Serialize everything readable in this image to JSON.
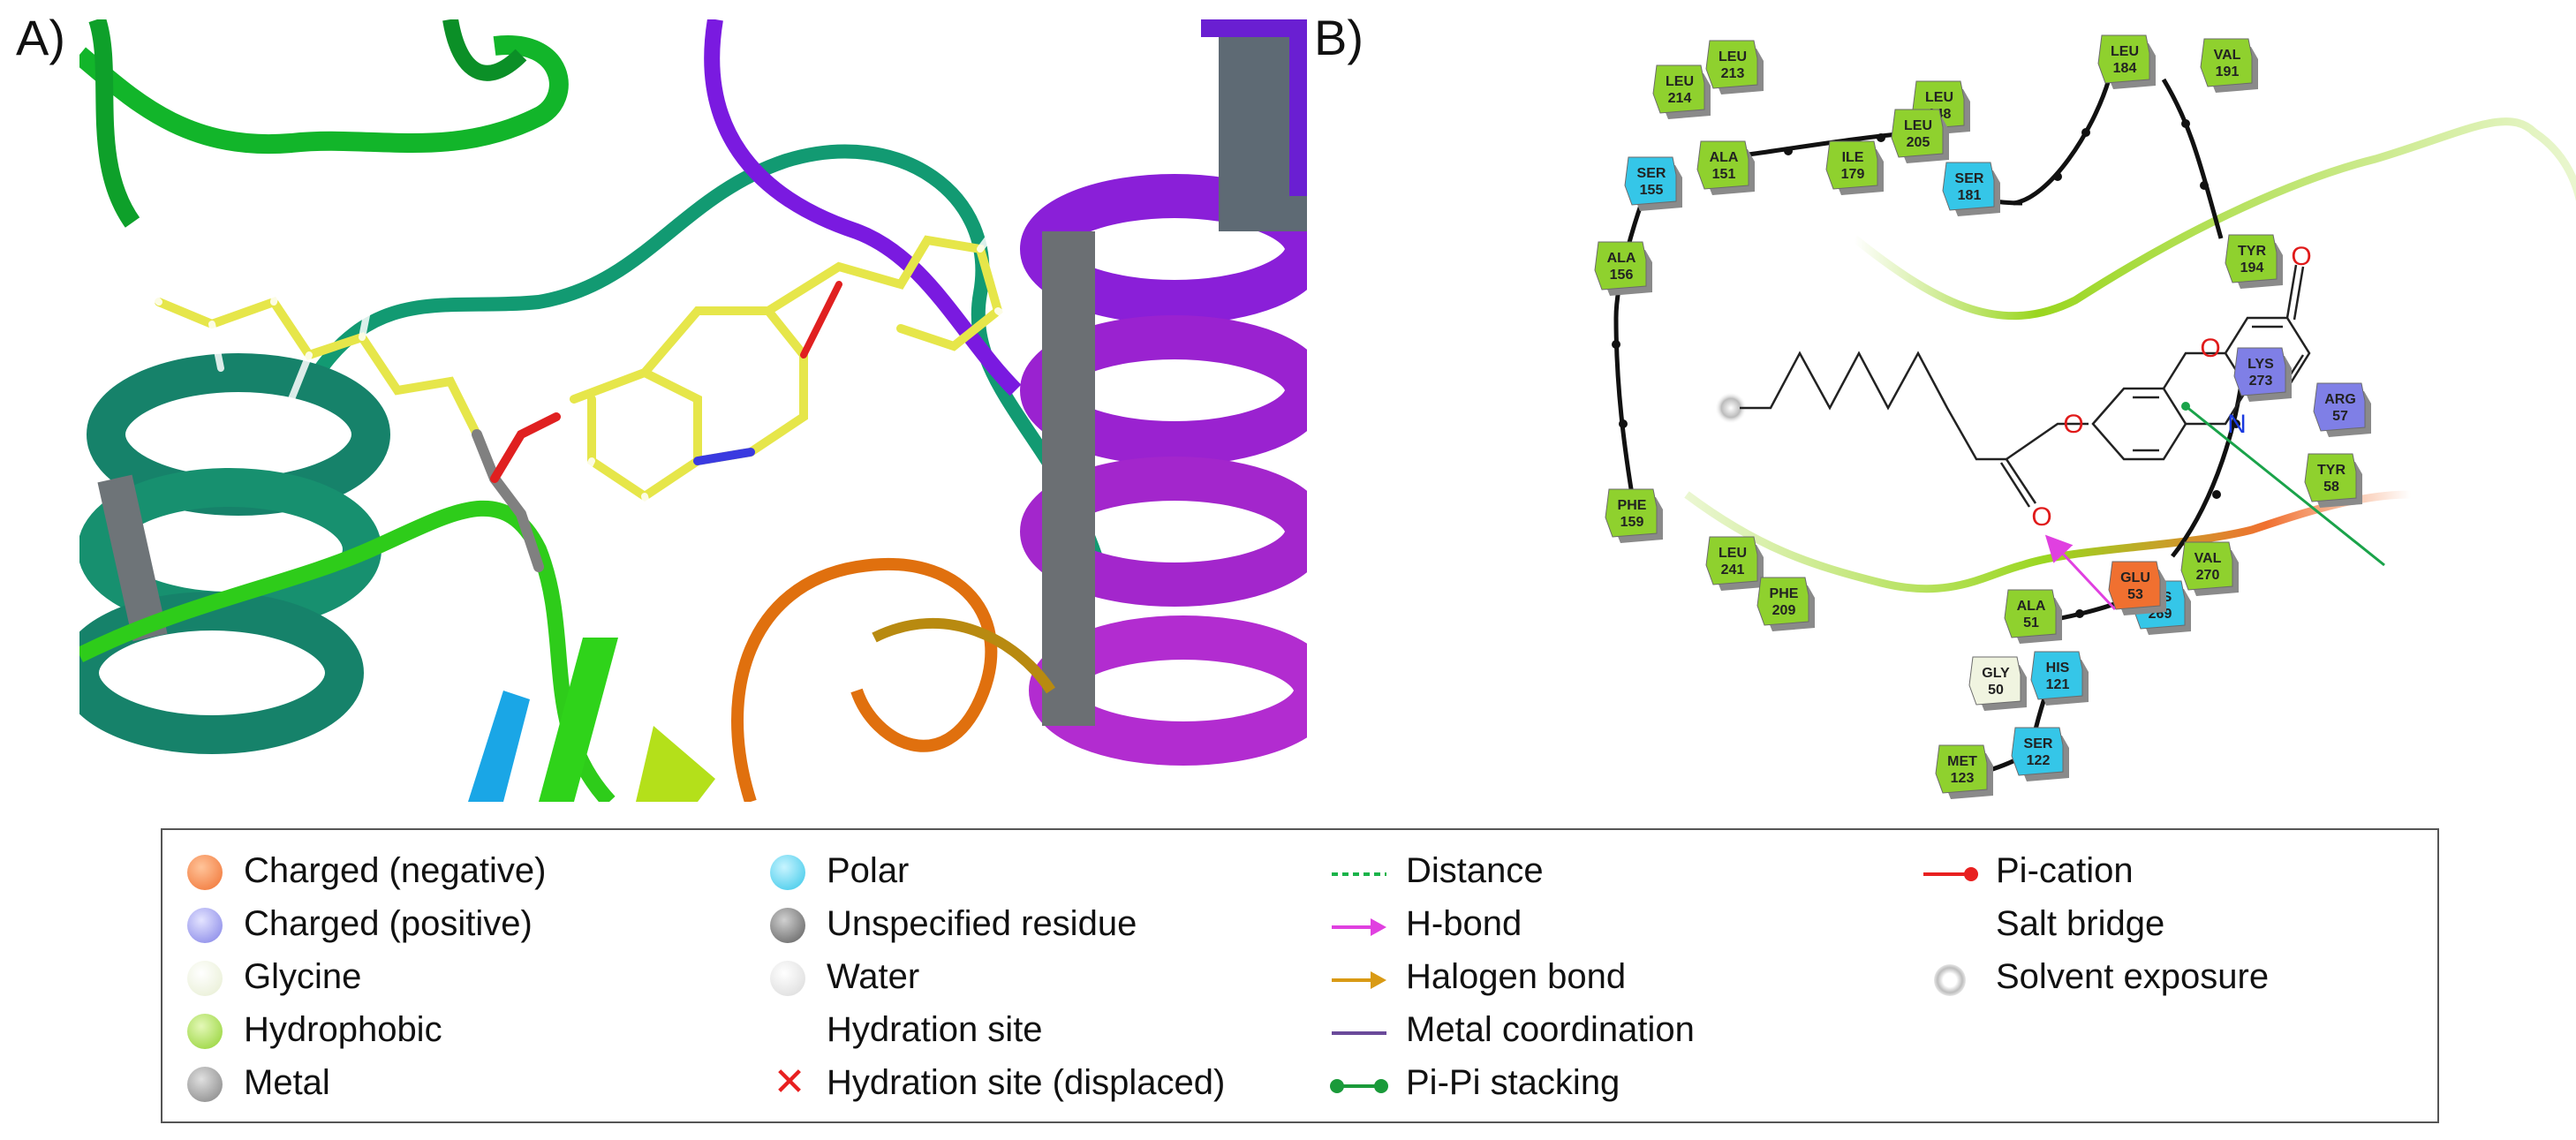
{
  "panel_labels": {
    "a": "A)",
    "b": "B)"
  },
  "molecule_atoms": {
    "o_ring": "O",
    "o_ketone": "O",
    "o_ester": "O",
    "o_carbonyl": "O",
    "n_ring": "N"
  },
  "residues": [
    {
      "id": "leu214",
      "name": "LEU",
      "num": "214",
      "type": "hydrophobic"
    },
    {
      "id": "leu213",
      "name": "LEU",
      "num": "213",
      "type": "hydrophobic"
    },
    {
      "id": "leu148",
      "name": "LEU",
      "num": "148",
      "type": "hydrophobic"
    },
    {
      "id": "ala151",
      "name": "ALA",
      "num": "151",
      "type": "hydrophobic"
    },
    {
      "id": "ser155",
      "name": "SER",
      "num": "155",
      "type": "polar"
    },
    {
      "id": "ala156",
      "name": "ALA",
      "num": "156",
      "type": "hydrophobic"
    },
    {
      "id": "phe159",
      "name": "PHE",
      "num": "159",
      "type": "hydrophobic"
    },
    {
      "id": "leu205",
      "name": "LEU",
      "num": "205",
      "type": "hydrophobic"
    },
    {
      "id": "ile179",
      "name": "ILE",
      "num": "179",
      "type": "hydrophobic"
    },
    {
      "id": "ser181",
      "name": "SER",
      "num": "181",
      "type": "polar"
    },
    {
      "id": "leu184",
      "name": "LEU",
      "num": "184",
      "type": "hydrophobic"
    },
    {
      "id": "val191",
      "name": "VAL",
      "num": "191",
      "type": "hydrophobic"
    },
    {
      "id": "tyr194",
      "name": "TYR",
      "num": "194",
      "type": "hydrophobic"
    },
    {
      "id": "lys273",
      "name": "LYS",
      "num": "273",
      "type": "positive"
    },
    {
      "id": "arg57",
      "name": "ARG",
      "num": "57",
      "type": "positive"
    },
    {
      "id": "tyr58",
      "name": "TYR",
      "num": "58",
      "type": "hydrophobic"
    },
    {
      "id": "val270",
      "name": "VAL",
      "num": "270",
      "type": "hydrophobic"
    },
    {
      "id": "his269",
      "name": "HIS",
      "num": "269",
      "type": "polar"
    },
    {
      "id": "glu53",
      "name": "GLU",
      "num": "53",
      "type": "negative"
    },
    {
      "id": "ala51",
      "name": "ALA",
      "num": "51",
      "type": "hydrophobic"
    },
    {
      "id": "gly50",
      "name": "GLY",
      "num": "50",
      "type": "glycine"
    },
    {
      "id": "leu241",
      "name": "LEU",
      "num": "241",
      "type": "hydrophobic"
    },
    {
      "id": "phe209",
      "name": "PHE",
      "num": "209",
      "type": "hydrophobic"
    },
    {
      "id": "his121",
      "name": "HIS",
      "num": "121",
      "type": "polar"
    },
    {
      "id": "ser122",
      "name": "SER",
      "num": "122",
      "type": "polar"
    },
    {
      "id": "met123",
      "name": "MET",
      "num": "123",
      "type": "hydrophobic"
    }
  ],
  "colors": {
    "hydrophobic": "#8fd12e",
    "polar": "#35c6e8",
    "positive": "#7f7fe6",
    "negative": "#f07030",
    "glycine": "#f0f4e0",
    "hbond": "#e040e0",
    "pipi": "#1aa34a"
  },
  "legend": {
    "col1": [
      "Charged (negative)",
      "Charged (positive)",
      "Glycine",
      "Hydrophobic",
      "Metal"
    ],
    "col2": [
      "Polar",
      "Unspecified residue",
      "Water",
      "Hydration site",
      "Hydration site (displaced)"
    ],
    "col3": [
      "Distance",
      "H-bond",
      "Halogen bond",
      "Metal coordination",
      "Pi-Pi stacking"
    ],
    "col4": [
      "Pi-cation",
      "Salt bridge",
      "Solvent exposure"
    ]
  }
}
